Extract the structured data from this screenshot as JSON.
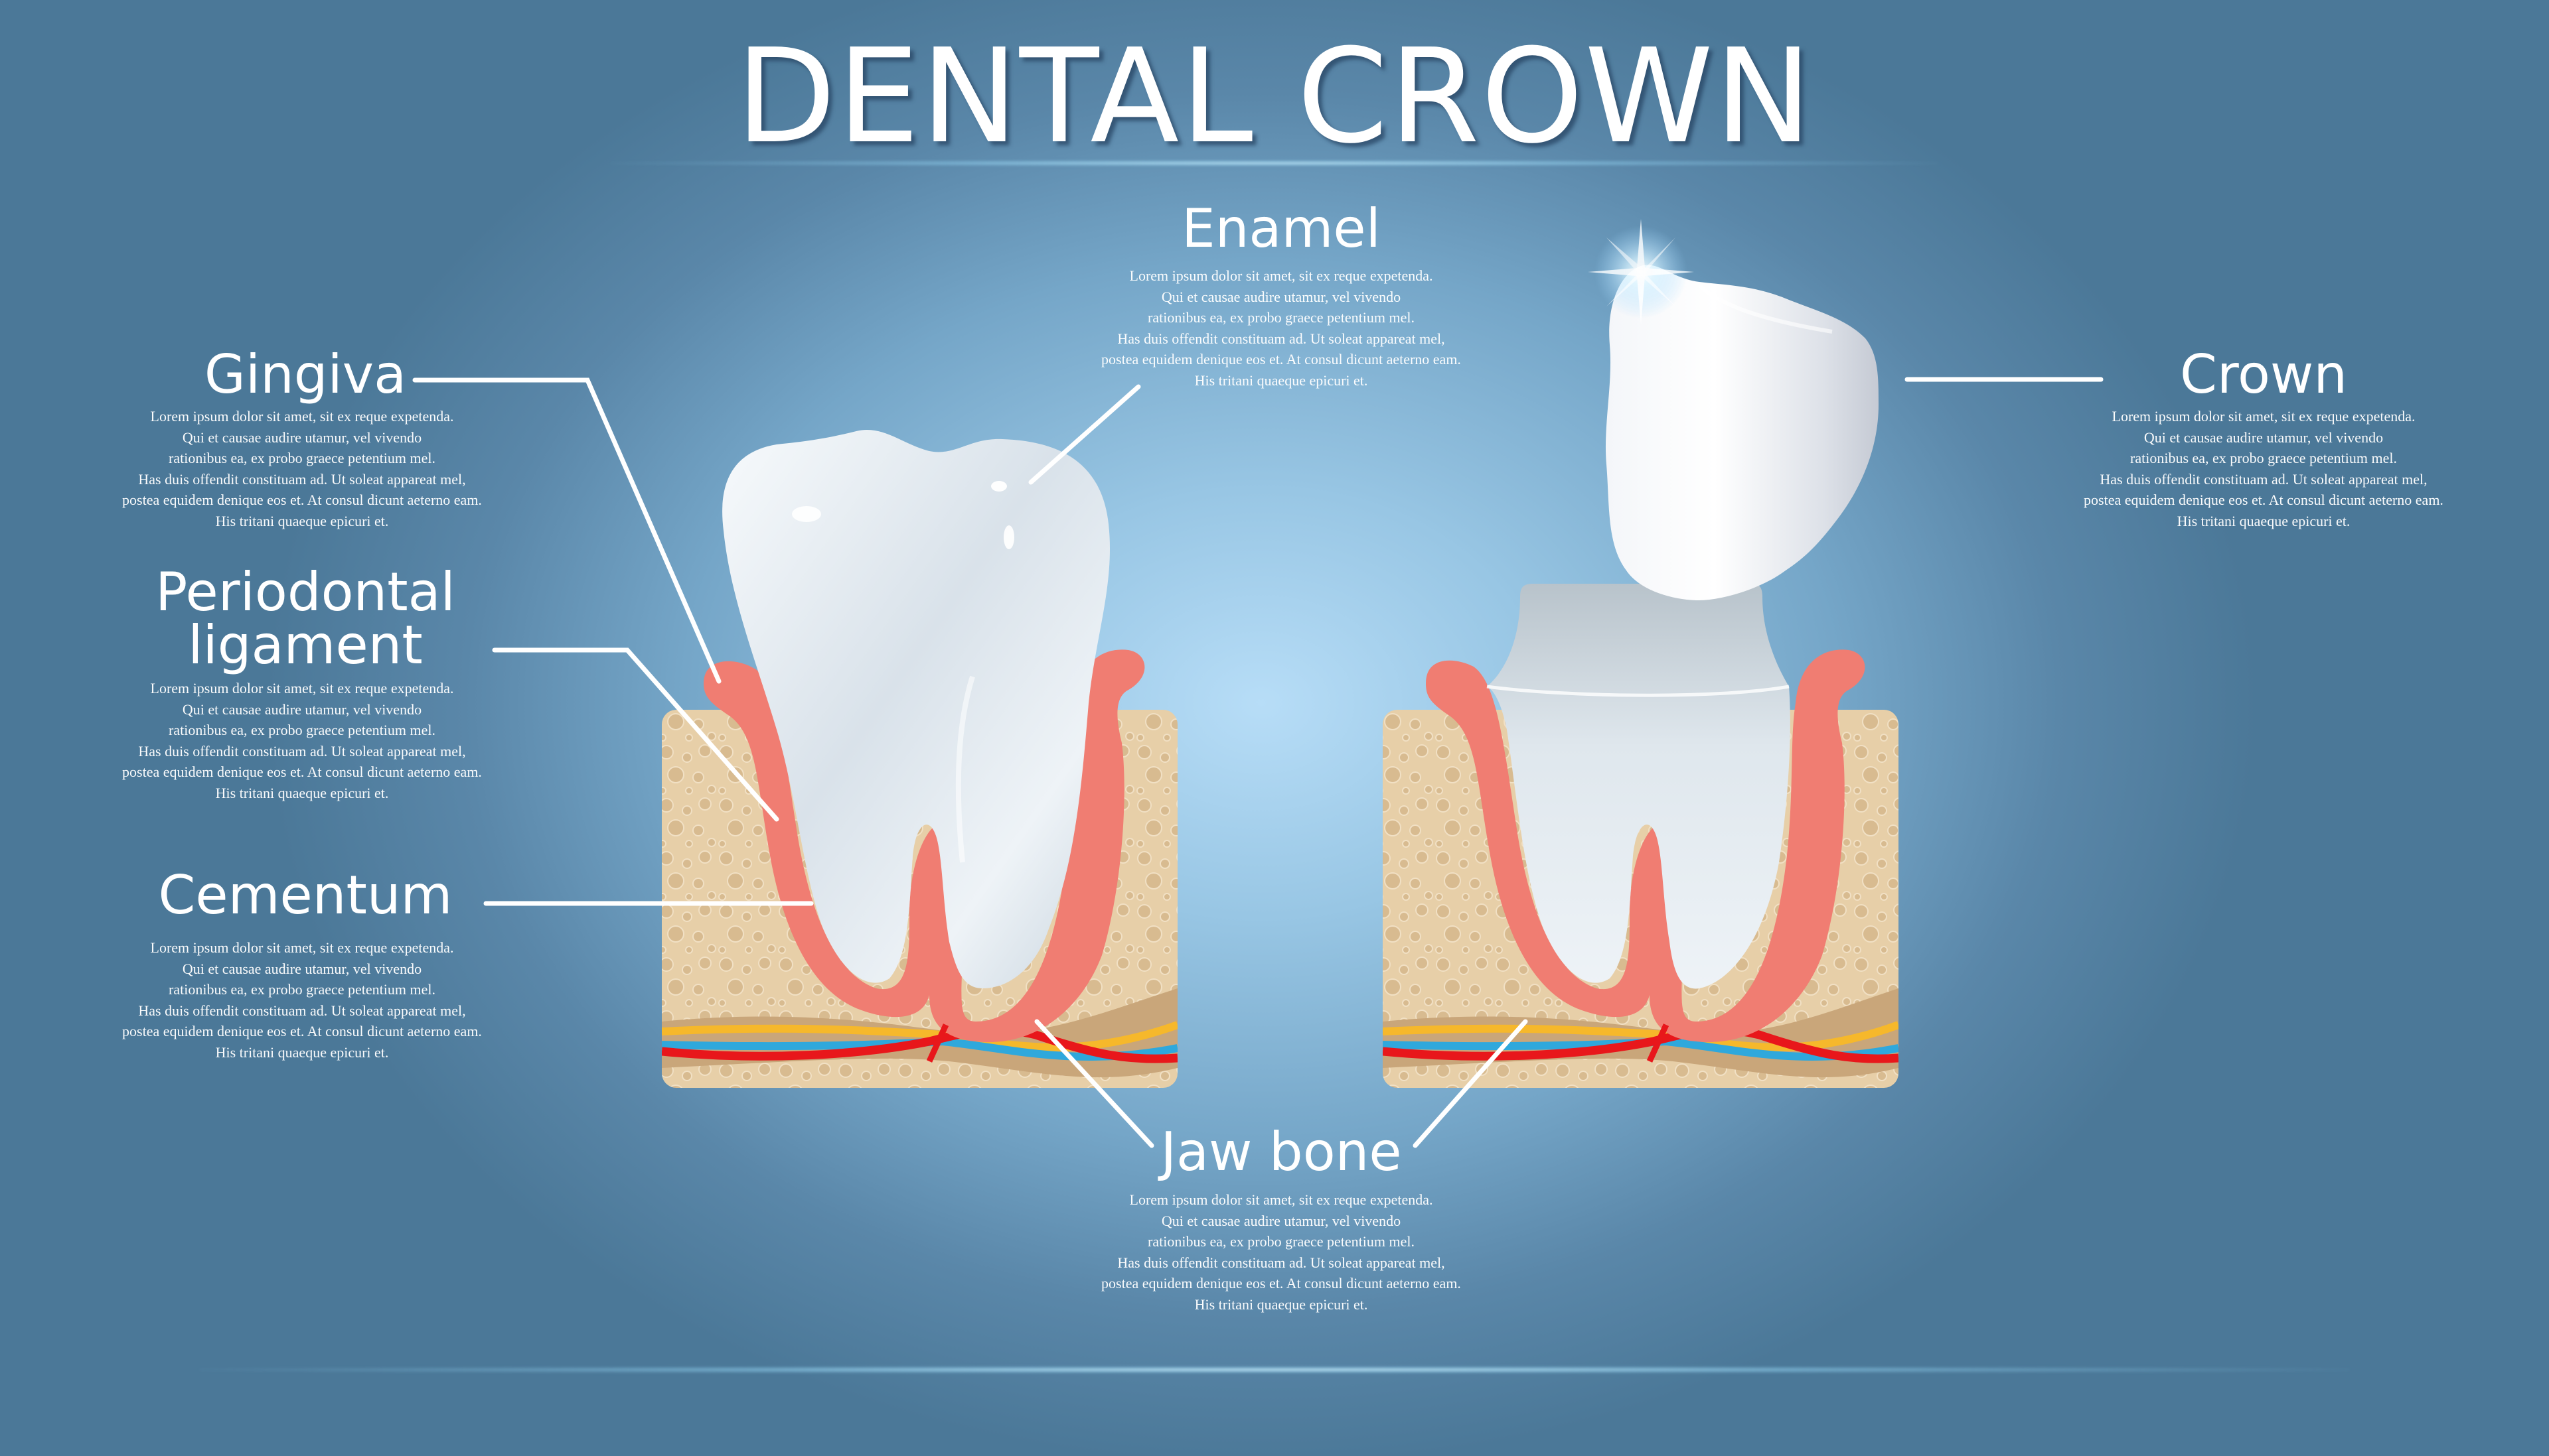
{
  "title": "DENTAL CROWN",
  "colors": {
    "background_center": "#b7ddf7",
    "background_edge": "#4b7898",
    "gum": "#f07d72",
    "bone": "#e7cfa8",
    "nerve_red": "#e8171b",
    "nerve_blue": "#2fa8dc",
    "nerve_yellow": "#f6b82b",
    "tooth": "#eef3f7",
    "leader_line": "#ffffff"
  },
  "labels": {
    "enamel": {
      "title": "Enamel",
      "lines": [
        "Lorem ipsum dolor sit amet, sit ex reque expetenda.",
        "Qui et causae audire utamur, vel vivendo",
        "rationibus ea, ex probo graece petentium mel.",
        "Has duis offendit constituam ad. Ut soleat appareat mel,",
        "postea equidem denique eos et. At consul dicunt aeterno eam.",
        "His tritani quaeque epicuri et."
      ]
    },
    "gingiva": {
      "title": "Gingiva",
      "lines": [
        "Lorem ipsum dolor sit amet, sit ex reque expetenda.",
        "Qui et causae audire utamur, vel vivendo",
        "rationibus ea, ex probo graece petentium mel.",
        "Has duis offendit constituam ad. Ut soleat appareat mel,",
        "postea equidem denique eos et. At consul dicunt aeterno eam.",
        "His tritani quaeque epicuri et."
      ]
    },
    "periodontal": {
      "title_line1": "Periodontal",
      "title_line2": "ligament",
      "lines": [
        "Lorem ipsum dolor sit amet, sit ex reque expetenda.",
        "Qui et causae audire utamur, vel vivendo",
        "rationibus ea, ex probo graece petentium mel.",
        "Has duis offendit constituam ad. Ut soleat appareat mel,",
        "postea equidem denique eos et. At consul dicunt aeterno eam.",
        "His tritani quaeque epicuri et."
      ]
    },
    "cementum": {
      "title": "Cementum",
      "lines": [
        "Lorem ipsum dolor sit amet, sit ex reque expetenda.",
        "Qui et causae audire utamur, vel vivendo",
        "rationibus ea, ex probo graece petentium mel.",
        "Has duis offendit constituam ad. Ut soleat appareat mel,",
        "postea equidem denique eos et. At consul dicunt aeterno eam.",
        "His tritani quaeque epicuri et."
      ]
    },
    "crown": {
      "title": "Crown",
      "lines": [
        "Lorem ipsum dolor sit amet, sit ex reque expetenda.",
        "Qui et causae audire utamur, vel vivendo",
        "rationibus ea, ex probo graece petentium mel.",
        "Has duis offendit constituam ad. Ut soleat appareat mel,",
        "postea equidem denique eos et. At consul dicunt aeterno eam.",
        "His tritani quaeque epicuri et."
      ]
    },
    "jawbone": {
      "title": "Jaw bone",
      "lines": [
        "Lorem ipsum dolor sit amet, sit ex reque expetenda.",
        "Qui et causae audire utamur, vel vivendo",
        "rationibus ea, ex probo graece petentium mel.",
        "Has duis offendit constituam ad. Ut soleat appareat mel,",
        "postea equidem denique eos et. At consul dicunt aeterno eam.",
        "His tritani quaeque epicuri et."
      ]
    }
  }
}
